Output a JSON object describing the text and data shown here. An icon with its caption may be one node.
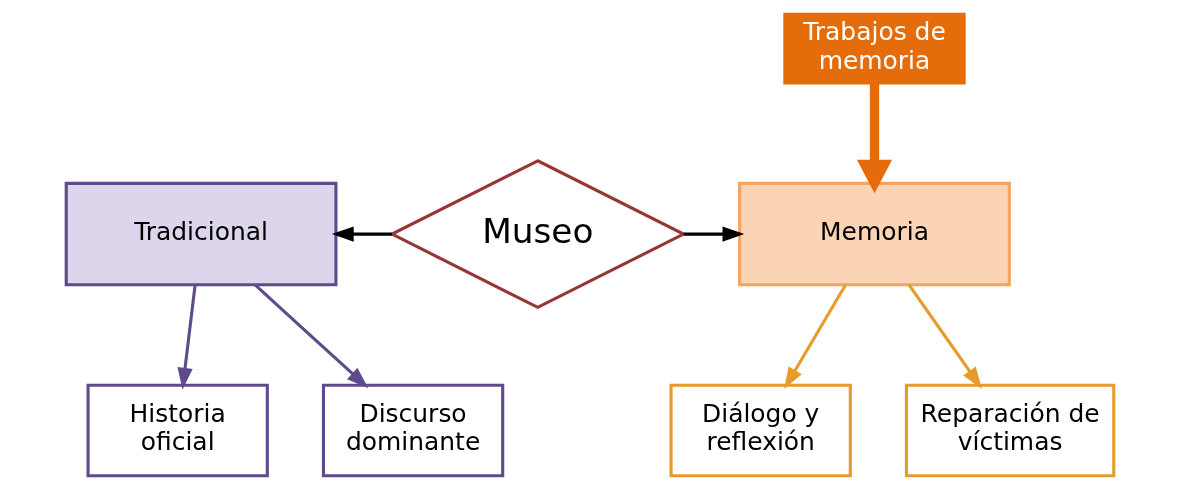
{
  "diagram": {
    "nodes": [
      {
        "text": [
          "Museo"
        ]
      },
      {
        "text": [
          "Tradicional"
        ]
      },
      {
        "text": [
          "Memoria"
        ]
      },
      {
        "text": [
          "Trabajos de memoria"
        ]
      },
      {
        "text": [
          "Historia oficial"
        ]
      },
      {
        "text": [
          "Discurso dominante"
        ]
      },
      {
        "text": [
          "Diálogo y reflexión"
        ]
      },
      {
        "text": [
          "Reparación de víctimas"
        ]
      }
    ],
    "edges": [
      {
        "from": 0,
        "to": 1,
        "arrow": "to"
      },
      {
        "from": 0,
        "to": 2,
        "arrow": "to"
      },
      {
        "from": 3,
        "to": 2,
        "arrow": "to",
        "style": "thick",
        "color": "#e46c0a"
      },
      {
        "from": 1,
        "to": 4,
        "arrow": "to",
        "color": "#5f4b8b"
      },
      {
        "from": 1,
        "to": 5,
        "arrow": "to",
        "color": "#5f4b8b"
      },
      {
        "from": 2,
        "to": 6,
        "arrow": "to",
        "color": "#e69b2b"
      },
      {
        "from": 2,
        "to": 7,
        "arrow": "to",
        "color": "#e69b2b"
      }
    ]
  }
}
